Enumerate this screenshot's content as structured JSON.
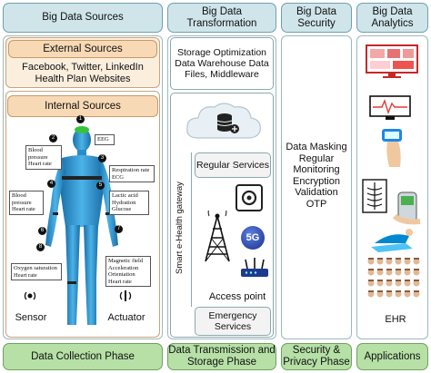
{
  "headers": {
    "sources": "Big Data Sources",
    "transformation": "Big Data Transformation",
    "security": "Big Data Security",
    "analytics": "Big Data Analytics"
  },
  "sources": {
    "external_title": "External Sources",
    "external_items": "Facebook, Twitter, LinkedIn Health Plan Websites",
    "internal_title": "Internal Sources",
    "sensor_labels": {
      "eeg": "EEG",
      "bp_hr_top": "Blood pressure Heart rate",
      "resp_ecg": "Respiration rate ECG",
      "bp_hr_left": "Blood pressure Heart rate",
      "lactic": "Lactic acid Hydration Glucose",
      "oxygen": "Oxygen saturation Heart rate",
      "magnetic": "Magnetic field Acceleration Orientation Heart rate"
    },
    "sensor": "Sensor",
    "actuator": "Actuator"
  },
  "transformation": {
    "top_text": "Storage Optimization Data Warehouse Data Files, Middleware",
    "gateway": "Smart e-Health gateway",
    "regular": "Regular Services",
    "badge_5g": "5G",
    "access_point": "Access point",
    "emergency": "Emergency Services"
  },
  "security": {
    "items": "Data Masking Regular Monitoring Encryption Validation OTP"
  },
  "analytics": {
    "ehr": "EHR"
  },
  "footers": {
    "collection": "Data Collection Phase",
    "transmission": "Data Transmission and Storage Phase",
    "privacy": "Security & Privacy Phase",
    "applications": "Applications"
  },
  "colors": {
    "header": "#cfe5ea",
    "footer": "#b6e0a6",
    "orange": "#f8d9b6",
    "body_blue": "#2f9ad6"
  }
}
